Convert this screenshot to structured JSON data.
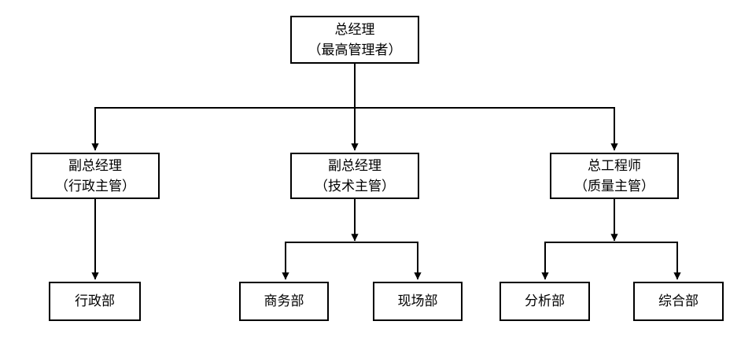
{
  "diagram": {
    "type": "org-chart",
    "colors": {
      "line": "#000000",
      "box_border": "#000000",
      "text": "#000000",
      "background": "#ffffff"
    },
    "nodes": {
      "root": {
        "id": "general-manager",
        "line1": "总经理",
        "line2": "（最高管理者）"
      },
      "level2": [
        {
          "id": "deputy-gm-admin",
          "line1": "副总经理",
          "line2": "（行政主管）"
        },
        {
          "id": "deputy-gm-tech",
          "line1": "副总经理",
          "line2": "（技术主管）"
        },
        {
          "id": "chief-engineer-quality",
          "line1": "总工程师",
          "line2": "（质量主管）"
        }
      ],
      "level3": [
        {
          "id": "admin-dept",
          "label": "行政部"
        },
        {
          "id": "business-dept",
          "label": "商务部"
        },
        {
          "id": "site-dept",
          "label": "现场部"
        },
        {
          "id": "analysis-dept",
          "label": "分析部"
        },
        {
          "id": "general-dept",
          "label": "综合部"
        }
      ]
    },
    "edges": [
      {
        "from": "general-manager",
        "to": "deputy-gm-admin"
      },
      {
        "from": "general-manager",
        "to": "deputy-gm-tech"
      },
      {
        "from": "general-manager",
        "to": "chief-engineer-quality"
      },
      {
        "from": "deputy-gm-admin",
        "to": "admin-dept"
      },
      {
        "from": "deputy-gm-tech",
        "to": "business-dept"
      },
      {
        "from": "deputy-gm-tech",
        "to": "site-dept"
      },
      {
        "from": "chief-engineer-quality",
        "to": "analysis-dept"
      },
      {
        "from": "chief-engineer-quality",
        "to": "general-dept"
      }
    ]
  }
}
